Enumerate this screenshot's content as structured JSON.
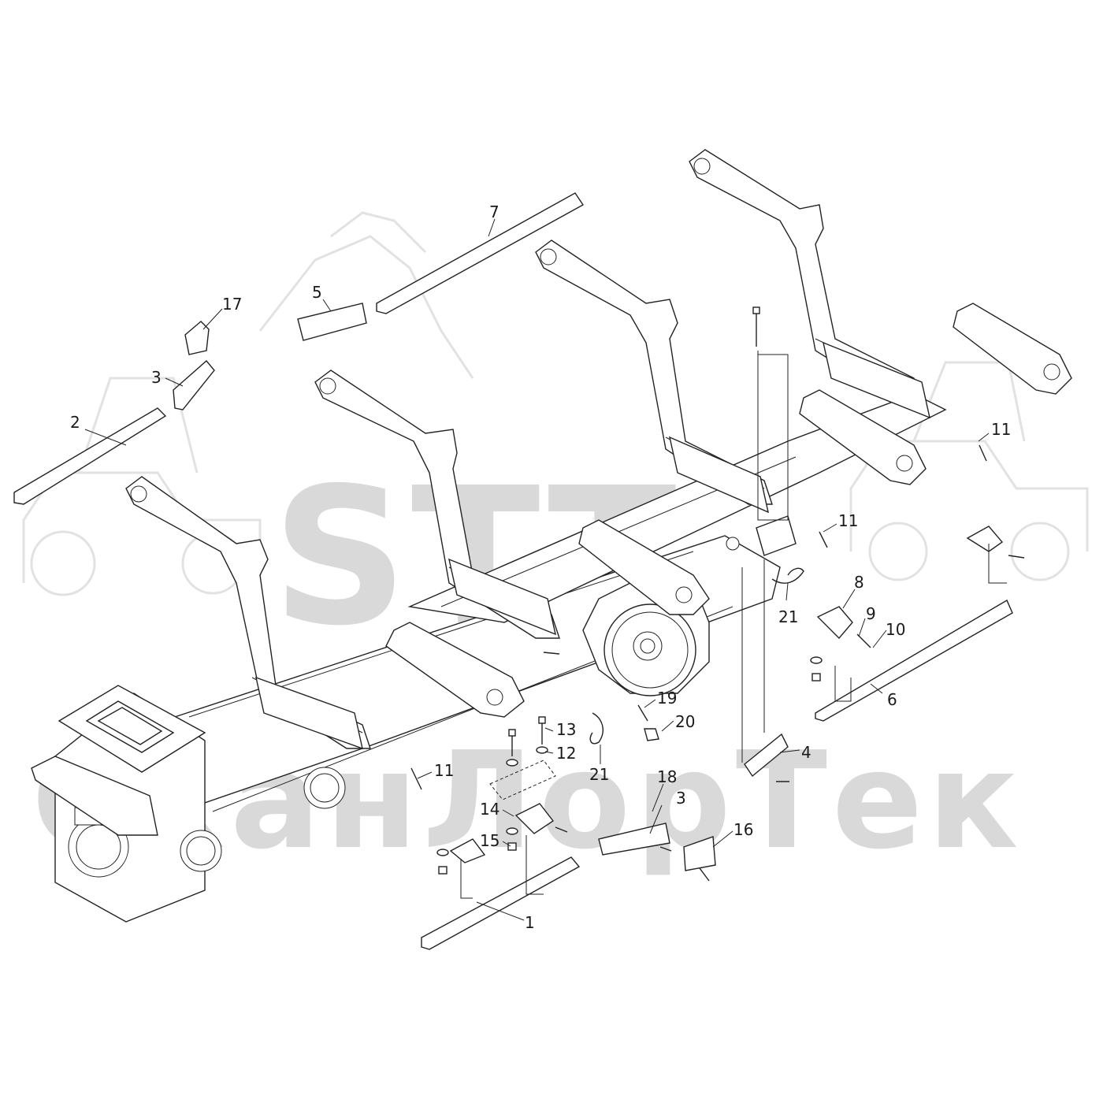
{
  "watermark": {
    "logo_text": "STT",
    "brand_text": "СканЛорТек"
  },
  "callouts": [
    {
      "id": "c1",
      "label": "1"
    },
    {
      "id": "c2",
      "label": "2"
    },
    {
      "id": "c3a",
      "label": "3"
    },
    {
      "id": "c3b",
      "label": "3"
    },
    {
      "id": "c4",
      "label": "4"
    },
    {
      "id": "c5",
      "label": "5"
    },
    {
      "id": "c6",
      "label": "6"
    },
    {
      "id": "c7",
      "label": "7"
    },
    {
      "id": "c8",
      "label": "8"
    },
    {
      "id": "c9",
      "label": "9"
    },
    {
      "id": "c10",
      "label": "10"
    },
    {
      "id": "c11a",
      "label": "11"
    },
    {
      "id": "c11b",
      "label": "11"
    },
    {
      "id": "c11c",
      "label": "11"
    },
    {
      "id": "c12",
      "label": "12"
    },
    {
      "id": "c13",
      "label": "13"
    },
    {
      "id": "c14",
      "label": "14"
    },
    {
      "id": "c15",
      "label": "15"
    },
    {
      "id": "c16",
      "label": "16"
    },
    {
      "id": "c17",
      "label": "17"
    },
    {
      "id": "c18",
      "label": "18"
    },
    {
      "id": "c19",
      "label": "19"
    },
    {
      "id": "c20",
      "label": "20"
    },
    {
      "id": "c21a",
      "label": "21"
    },
    {
      "id": "c21b",
      "label": "21"
    }
  ],
  "colors": {
    "line": "#222222",
    "watermark": "#d9d9d9",
    "background": "#ffffff"
  }
}
